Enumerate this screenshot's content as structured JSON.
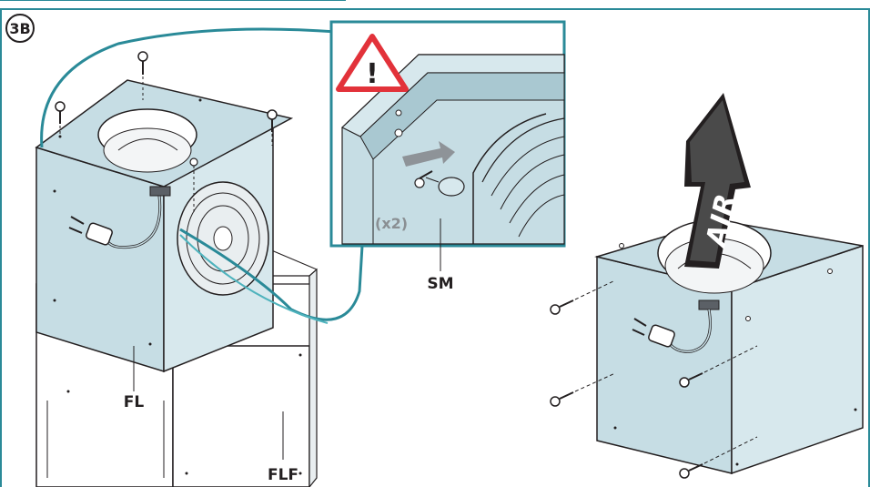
{
  "step_badge": "3B",
  "inset": {
    "warning": "!",
    "quantity": "(x2)"
  },
  "labels": {
    "sm": "SM",
    "fl": "FL",
    "flf": "FLF",
    "air": "AIR"
  },
  "colors": {
    "frame": "#2a8a98",
    "panel": "#c6dde4",
    "outline": "#231f20",
    "cable": "#4fb3bd",
    "warning_red": "#e2323a"
  }
}
